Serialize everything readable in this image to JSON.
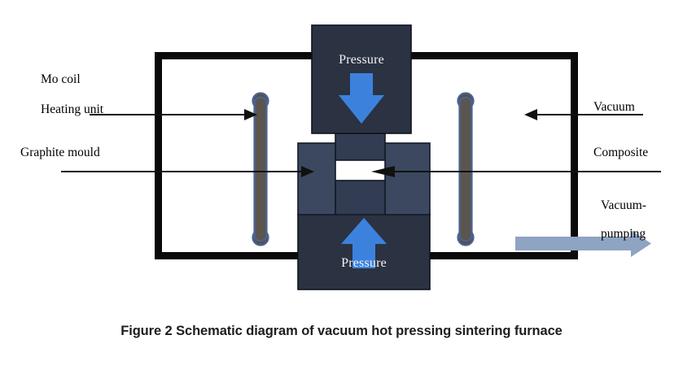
{
  "figure": {
    "caption": "Figure 2 Schematic diagram of vacuum hot pressing sintering furnace",
    "title": "Schematic diagram of vacuum hot pressing sintering furnace"
  },
  "labels": {
    "left": [
      {
        "id": "mo-coil",
        "text": "Mo coil",
        "has_leader_line": false
      },
      {
        "id": "heating-unit",
        "text": "Heating unit",
        "has_leader_line": true
      },
      {
        "id": "graphite-mould",
        "text": "Graphite mould",
        "has_leader_line": true
      }
    ],
    "right": [
      {
        "id": "vacuum",
        "text": "Vacuum",
        "has_leader_line": true
      },
      {
        "id": "composite",
        "text": "Composite",
        "has_leader_line": true
      },
      {
        "id": "vacuum-pumping",
        "text_line1": "Vacuum-",
        "text_line2": "pumping",
        "has_leader_line": false
      }
    ]
  },
  "press": {
    "top_label": "Pressure",
    "bottom_label": "Pressure",
    "top_arrow_direction": "down",
    "bottom_arrow_direction": "up"
  },
  "components": {
    "chamber": "vacuum-chamber-wall",
    "coils": [
      "mo-coil-left",
      "mo-coil-right"
    ],
    "mould": [
      "mould-left-block",
      "mould-right-block",
      "upper-punch",
      "lower-punch"
    ],
    "cavity": "composite-cavity",
    "pumping_arrow": "vacuum-pumping-arrow"
  },
  "colors": {
    "chamber_wall": "#0a0a0a",
    "press_block": "#2b3242",
    "mould_block": "#3b4860",
    "punch_block": "#323c52",
    "cavity": "#ffffff",
    "press_arrow": "#3c82dd",
    "coil_fill": "#5b554f",
    "coil_stroke": "#4a6394",
    "pump_arrow": "#8fa3c2",
    "leader_line": "#111111",
    "caption_text": "#1d1d1d",
    "press_text": "#f2f4f8",
    "background": "#ffffff"
  }
}
